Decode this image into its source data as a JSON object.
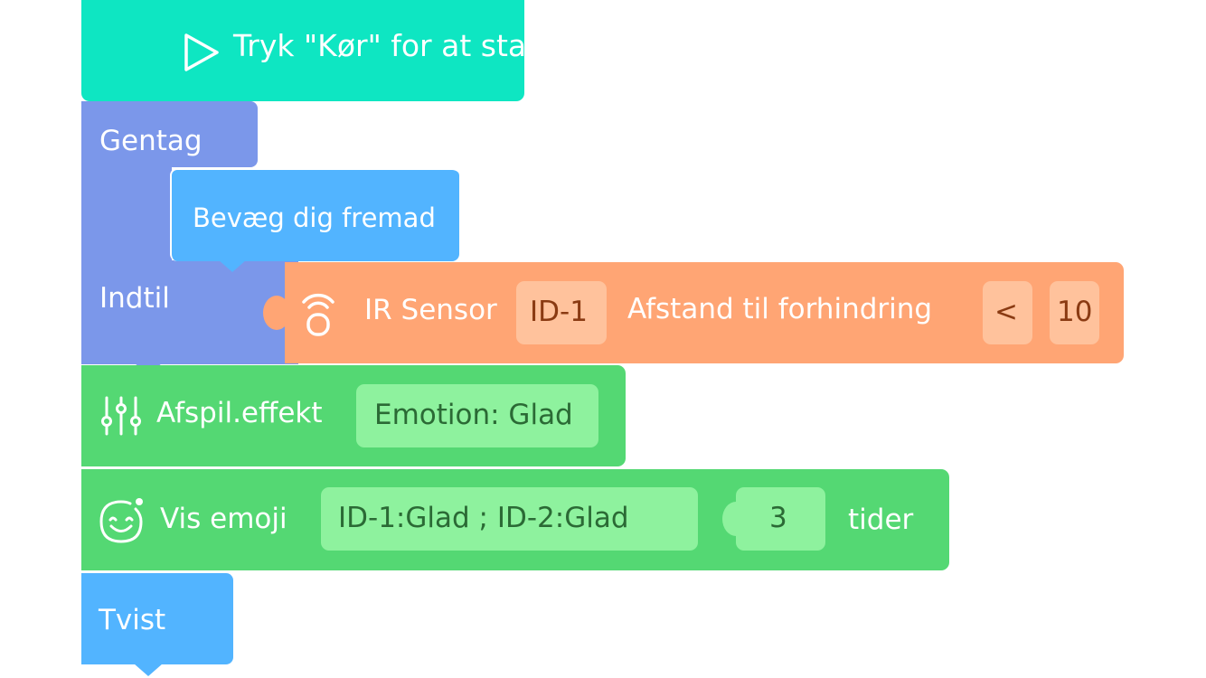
{
  "colors": {
    "start": "#0ee6c2",
    "repeat": "#7b97ea",
    "motion": "#52b4ff",
    "sensor": "#ffa574",
    "sensor_slot": "#ffc29c",
    "looks": "#54d873",
    "looks_slot": "#8ef29e"
  },
  "start_block": {
    "icon": "play-icon",
    "label": "Tryk \"Kør\" for at starte"
  },
  "repeat_block": {
    "label": "Gentag",
    "until_label": "Indtil"
  },
  "move_block": {
    "label": "Bevæg dig fremad"
  },
  "ir_block": {
    "icon": "ir-sensor-icon",
    "label": "IR Sensor",
    "id_value": "ID-1",
    "measure_label": "Afstand til forhindring",
    "operator": "<",
    "threshold": "10"
  },
  "effect_block": {
    "icon": "sliders-icon",
    "label": "Afspil.effekt",
    "value": "Emotion: Glad"
  },
  "emoji_block": {
    "icon": "emoji-face-icon",
    "label": "Vis emoji",
    "value": "ID-1:Glad ; ID-2:Glad",
    "count": "3",
    "suffix": "tider"
  },
  "twist_block": {
    "label": "Tvist"
  }
}
